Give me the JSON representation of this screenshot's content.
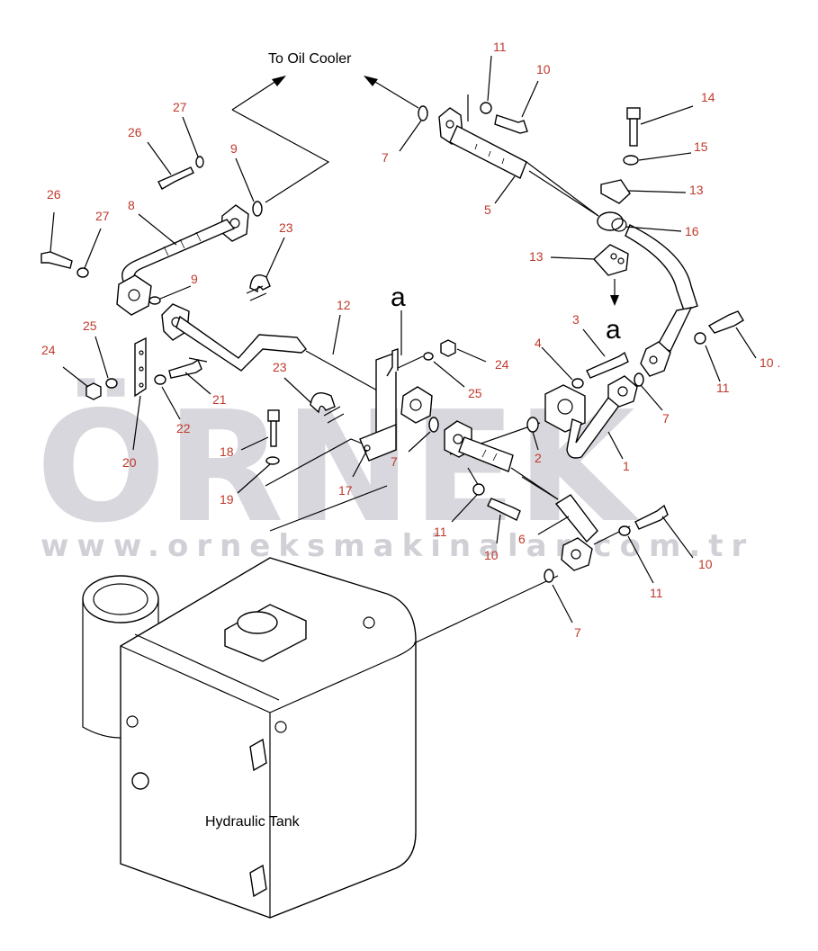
{
  "watermark": {
    "brand": "ÖRNEK",
    "url": "www.orneksmakinalar.com.tr",
    "color": "#d7d7dd"
  },
  "captions": {
    "to_oil_cooler": "To Oil Cooler",
    "hydraulic_tank": "Hydraulic Tank",
    "ref_a_top": "a",
    "ref_a_right": "a"
  },
  "callouts": [
    {
      "id": "c11a",
      "text": "11"
    },
    {
      "id": "c10a",
      "text": "10"
    },
    {
      "id": "c14",
      "text": "14"
    },
    {
      "id": "c15",
      "text": "15"
    },
    {
      "id": "c13a",
      "text": "13"
    },
    {
      "id": "c16",
      "text": "16"
    },
    {
      "id": "c13b",
      "text": "13"
    },
    {
      "id": "c27a",
      "text": "27"
    },
    {
      "id": "c26a",
      "text": "26"
    },
    {
      "id": "c9a",
      "text": "9"
    },
    {
      "id": "c7a",
      "text": "7"
    },
    {
      "id": "c5",
      "text": "5"
    },
    {
      "id": "c26b",
      "text": "26"
    },
    {
      "id": "c27b",
      "text": "27"
    },
    {
      "id": "c8",
      "text": "8"
    },
    {
      "id": "c23a",
      "text": "23"
    },
    {
      "id": "c9b",
      "text": "9"
    },
    {
      "id": "c12",
      "text": "12"
    },
    {
      "id": "c3",
      "text": "3"
    },
    {
      "id": "c4",
      "text": "4"
    },
    {
      "id": "c10b",
      "text": "10 ."
    },
    {
      "id": "c11b",
      "text": "11"
    },
    {
      "id": "c25a",
      "text": "25"
    },
    {
      "id": "c24a",
      "text": "24"
    },
    {
      "id": "c24b",
      "text": "24"
    },
    {
      "id": "c25b",
      "text": "25"
    },
    {
      "id": "c23b",
      "text": "23"
    },
    {
      "id": "c21",
      "text": "21"
    },
    {
      "id": "c22",
      "text": "22"
    },
    {
      "id": "c20",
      "text": "20"
    },
    {
      "id": "c7b",
      "text": "7"
    },
    {
      "id": "c2",
      "text": "2"
    },
    {
      "id": "c1",
      "text": "1"
    },
    {
      "id": "c18",
      "text": "18"
    },
    {
      "id": "c19",
      "text": "19"
    },
    {
      "id": "c17",
      "text": "17"
    },
    {
      "id": "c7c",
      "text": "7"
    },
    {
      "id": "c11c",
      "text": "11"
    },
    {
      "id": "c10c",
      "text": "10"
    },
    {
      "id": "c6",
      "text": "6"
    },
    {
      "id": "c10d",
      "text": "10"
    },
    {
      "id": "c11d",
      "text": "11"
    },
    {
      "id": "c7d",
      "text": "7"
    }
  ]
}
